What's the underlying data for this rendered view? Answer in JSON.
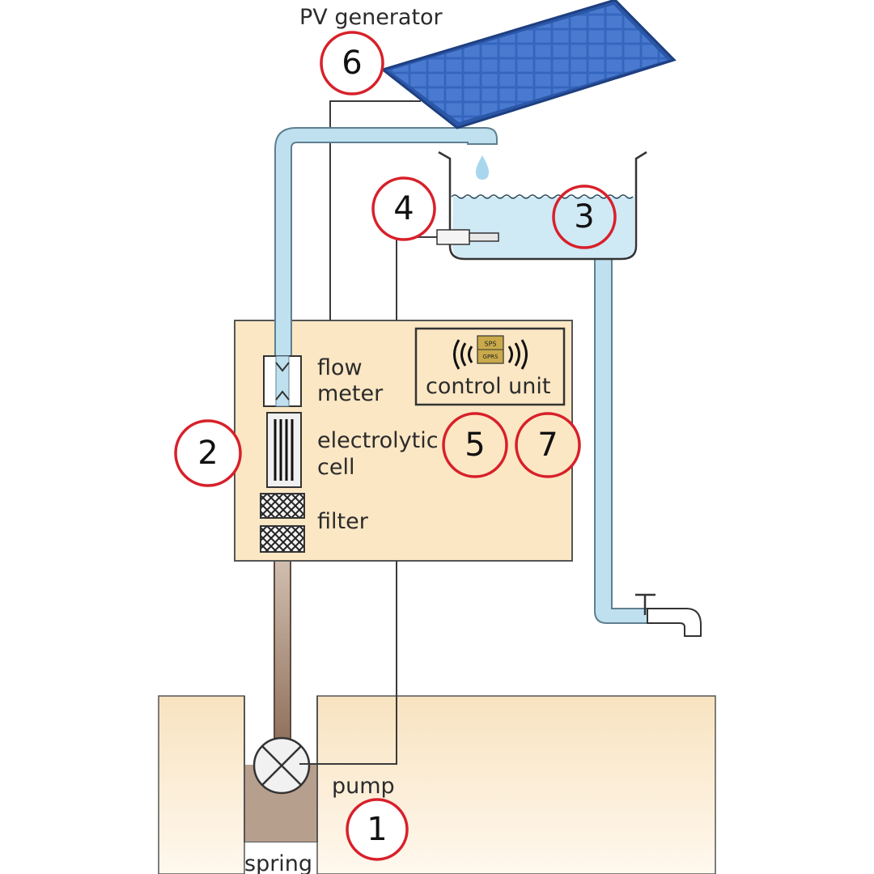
{
  "labels": {
    "pv_generator": "PV generator",
    "flow_meter_line1": "flow",
    "flow_meter_line2": "meter",
    "electrolytic_line1": "electrolytic",
    "electrolytic_line2": "cell",
    "filter": "filter",
    "control_unit": "control unit",
    "control_icon_top": "SPS",
    "control_icon_bottom": "GPRS",
    "pump": "pump",
    "spring": "spring"
  },
  "markers": [
    "1",
    "2",
    "3",
    "4",
    "5",
    "6",
    "7"
  ],
  "colors": {
    "marker_ring": "#d8202a",
    "water_pipe": "#bfe0ef",
    "pipe_outline": "#5f7f90",
    "tank_water": "#cfe9f5",
    "housing_fill": "#fbe7c4",
    "ground_fill": "#fbe9cc",
    "spring_water": "#b79f8e",
    "solar_panel": "#2f5fb3",
    "wire": "#3a3a3a"
  }
}
